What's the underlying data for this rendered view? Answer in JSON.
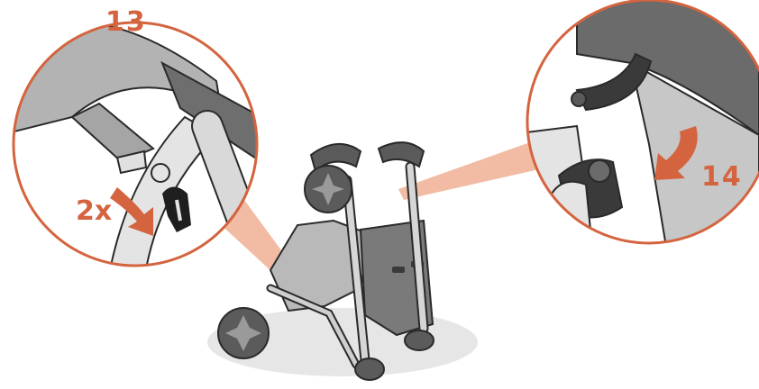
{
  "steps": [
    {
      "number": "13",
      "multiplier": "2x"
    },
    {
      "number": "14"
    }
  ],
  "colors": {
    "accent": "#d4643f",
    "callout_beam": "#f0b49a",
    "fabric_light": "#b9b9b9",
    "fabric_dark": "#6e6e6e",
    "frame_light": "#e4e4e4",
    "outline": "#2a2a2a",
    "ground_shadow": "#e6e6e6"
  },
  "icons": {
    "left_detail_arrow": "curved-down-arrow-icon",
    "right_detail_arrow": "curved-left-arrow-icon"
  }
}
